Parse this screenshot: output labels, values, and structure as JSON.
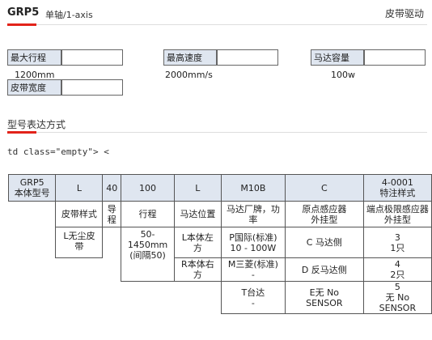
{
  "header": {
    "model": "GRP5",
    "subtitle": "单轴/1-axis",
    "right_title": "皮带驱动"
  },
  "specs": {
    "max_stroke_label": "最大行程",
    "max_stroke_value": "1200mm",
    "max_speed_label": "最高速度",
    "max_speed_value": "2000mm/s",
    "motor_capacity_label": "马达容量",
    "motor_capacity_value": "100w",
    "belt_width_label": "皮带宽度"
  },
  "section": {
    "title": "型号表达方式",
    "code_line": "td class=\"empty\"> <"
  },
  "table": {
    "header": {
      "c1": "GRP5\n本体型号",
      "c2": "L",
      "c3": "40",
      "c4": "100",
      "c5": "L",
      "c6": "M10B",
      "c7": "C",
      "c8": "4-0001\n特注样式"
    },
    "labels": {
      "c2": "皮带样式",
      "c3": "导\n程",
      "c4": "行程",
      "c5": "马达位置",
      "c6": "马达厂牌，功\n率",
      "c7": "原点感应器\n外挂型",
      "c8": "端点极限感应器\n外挂型"
    },
    "row1": {
      "c2": "L无尘皮\n带",
      "c4": "50-\n1450mm\n(间隔50)",
      "c5": "L本体左\n方",
      "c6": "P国际(标准)\n10 - 100W",
      "c7": "C 马达侧",
      "c8": "3\n1只"
    },
    "row2": {
      "c5": "R本体右\n方",
      "c6": "M三菱(标准)\n-",
      "c7": "D 反马达侧",
      "c8": "4\n2只"
    },
    "row3": {
      "c6": "T台达\n-",
      "c7": "E无 No\nSENSOR",
      "c8": "5\n无 No\nSENSOR"
    }
  }
}
